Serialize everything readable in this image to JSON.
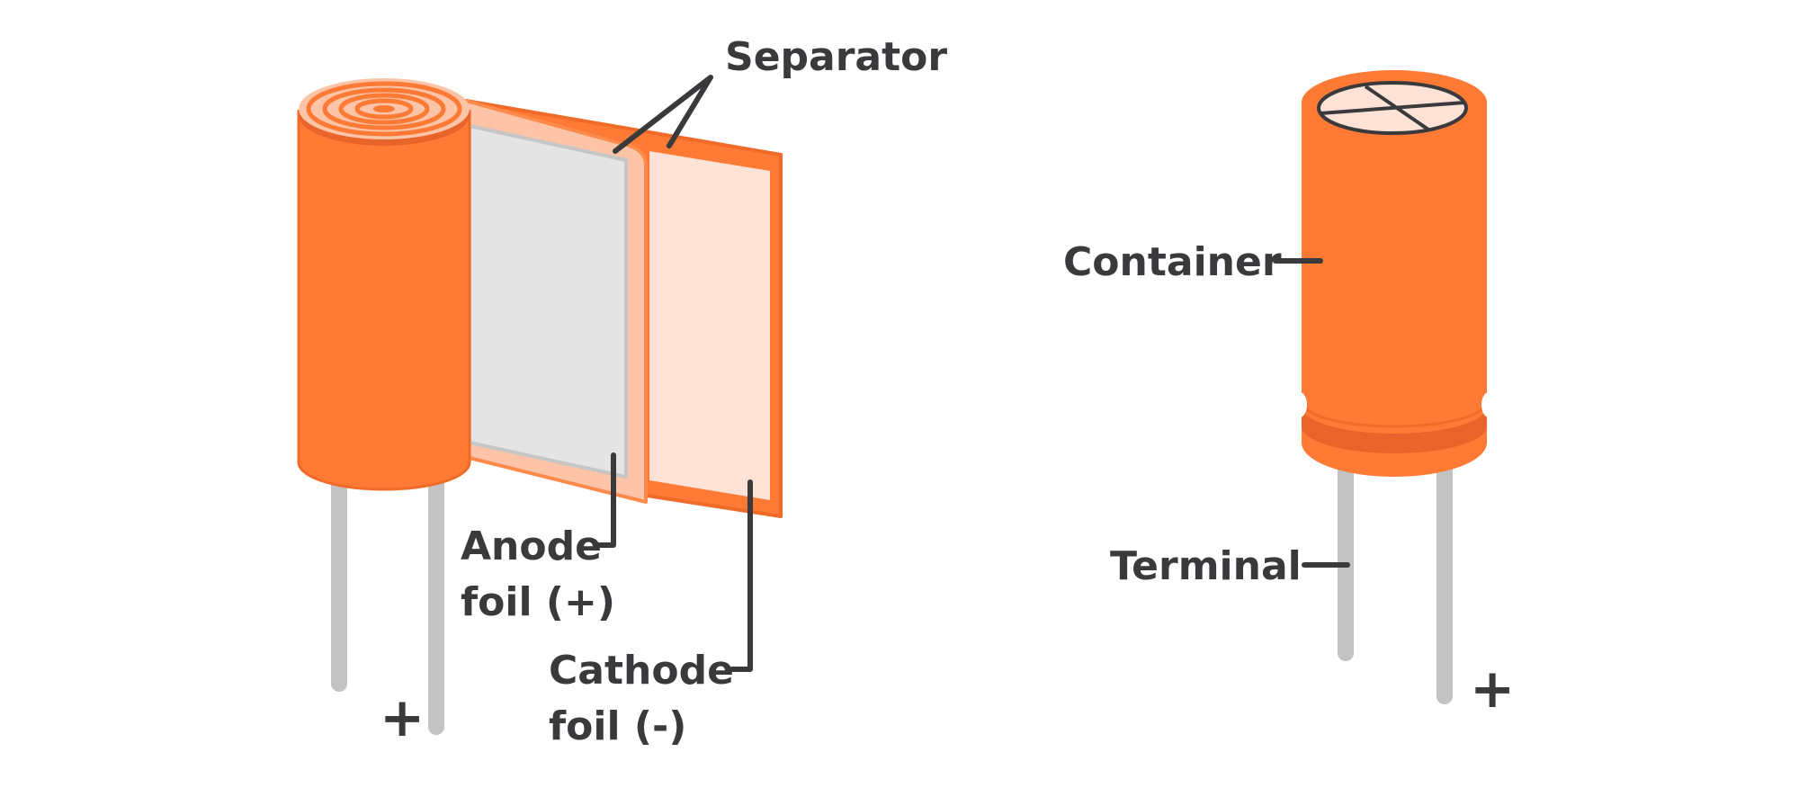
{
  "labels": {
    "separator": "Separator",
    "anode_line1": "Anode",
    "anode_line2": "foil (+)",
    "cathode_line1": "Cathode",
    "cathode_line2": "foil (-)",
    "container": "Container",
    "terminal": "Terminal",
    "plus_left": "+",
    "plus_right": "+"
  },
  "colors": {
    "orange": "#ff7a35",
    "orange_dark": "#e8642a",
    "light_orange": "#fdc4a7",
    "peach": "#fde2d5",
    "anode_gray": "#e4e4e4",
    "lead_gray": "#c3c3c3",
    "text": "#3a3a3c"
  }
}
